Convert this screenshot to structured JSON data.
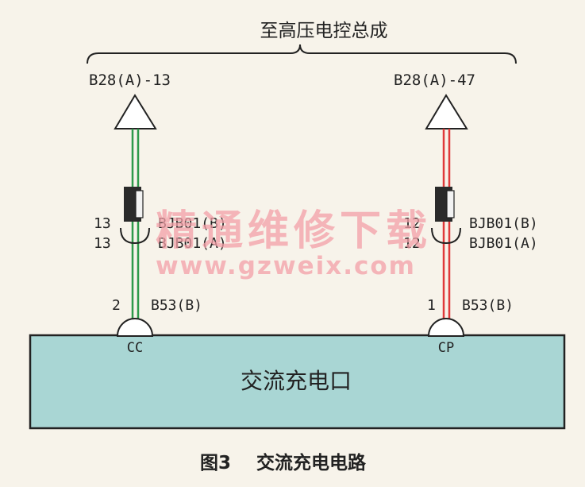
{
  "header": {
    "title": "至高压电控总成"
  },
  "connectors": {
    "left_top": "B28(A)-13",
    "right_top": "B28(A)-47",
    "left_bjb_b_pin": "13",
    "left_bjb_b_label": "BJB01(B)",
    "left_bjb_a_pin": "13",
    "left_bjb_a_label": "BJB01(A)",
    "right_bjb_b_pin": "12",
    "right_bjb_b_label": "BJB01(B)",
    "right_bjb_a_pin": "12",
    "right_bjb_a_label": "BJB01(A)",
    "left_b53_pin": "2",
    "left_b53_label": "B53(B)",
    "right_b53_pin": "1",
    "right_b53_label": "B53(B)",
    "cc": "CC",
    "cp": "CP"
  },
  "port": {
    "label": "交流充电口",
    "fill": "#a9d6d4"
  },
  "wires": {
    "left_color": "#2e9a4a",
    "right_color": "#e0393a"
  },
  "watermark": {
    "cn": "精通维修下载",
    "url": "www.gzweix.com",
    "color": "#f4a0a8"
  },
  "caption": {
    "fig": "图3",
    "text": "交流充电电路"
  }
}
